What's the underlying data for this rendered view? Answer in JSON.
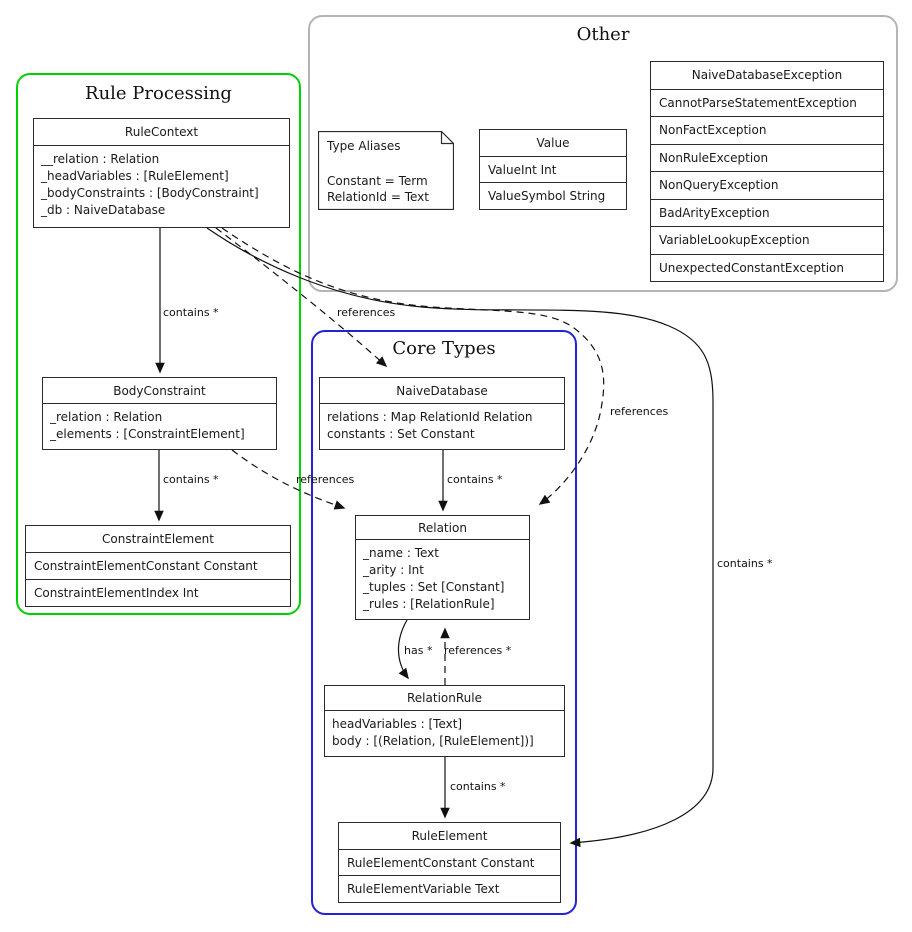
{
  "clusters": {
    "rule_processing": {
      "title": "Rule Processing",
      "color": "#00d100"
    },
    "other": {
      "title": "Other",
      "color": "#b4b4b4"
    },
    "core_types": {
      "title": "Core Types",
      "color": "#2222dd"
    }
  },
  "nodes": {
    "rule_context": {
      "title": "RuleContext",
      "attrs": [
        "__relation : Relation",
        "_headVariables : [RuleElement]",
        "_bodyConstraints : [BodyConstraint]",
        "_db : NaiveDatabase"
      ]
    },
    "body_constraint": {
      "title": "BodyConstraint",
      "attrs": [
        "_relation : Relation",
        "_elements : [ConstraintElement]"
      ]
    },
    "constraint_element": {
      "title": "ConstraintElement",
      "rows": [
        "ConstraintElementConstant Constant",
        "ConstraintElementIndex Int"
      ]
    },
    "type_aliases": {
      "title": "Type Aliases",
      "lines": [
        "Constant = Term",
        "RelationId = Text"
      ]
    },
    "value": {
      "title": "Value",
      "rows": [
        "ValueInt Int",
        "ValueSymbol String"
      ]
    },
    "exceptions": {
      "title": "NaiveDatabaseException",
      "rows": [
        "CannotParseStatementException",
        "NonFactException",
        "NonRuleException",
        "NonQueryException",
        "BadArityException",
        "VariableLookupException",
        "UnexpectedConstantException"
      ]
    },
    "naive_database": {
      "title": "NaiveDatabase",
      "attrs": [
        "relations : Map RelationId Relation",
        "constants : Set Constant"
      ]
    },
    "relation": {
      "title": "Relation",
      "attrs": [
        "_name : Text",
        "_arity : Int",
        "_tuples : Set [Constant]",
        "_rules : [RelationRule]"
      ]
    },
    "relation_rule": {
      "title": "RelationRule",
      "attrs": [
        "headVariables : [Text]",
        "body : [(Relation, [RuleElement])]"
      ]
    },
    "rule_element": {
      "title": "RuleElement",
      "rows": [
        "RuleElementConstant Constant",
        "RuleElementVariable Text"
      ]
    }
  },
  "edge_labels": {
    "rulecontext_bodyconstraint": "contains *",
    "rulecontext_naivedatabase": "references",
    "rulecontext_relation": "references",
    "rulecontext_ruleelement": "contains *",
    "naivedatabase_relation": "contains *",
    "bodyconstraint_relation": "references",
    "bodyconstraint_constraintelement": "contains *",
    "relation_relationrule": "has *",
    "relationrule_relation": "references *",
    "relationrule_ruleelement": "contains *"
  }
}
